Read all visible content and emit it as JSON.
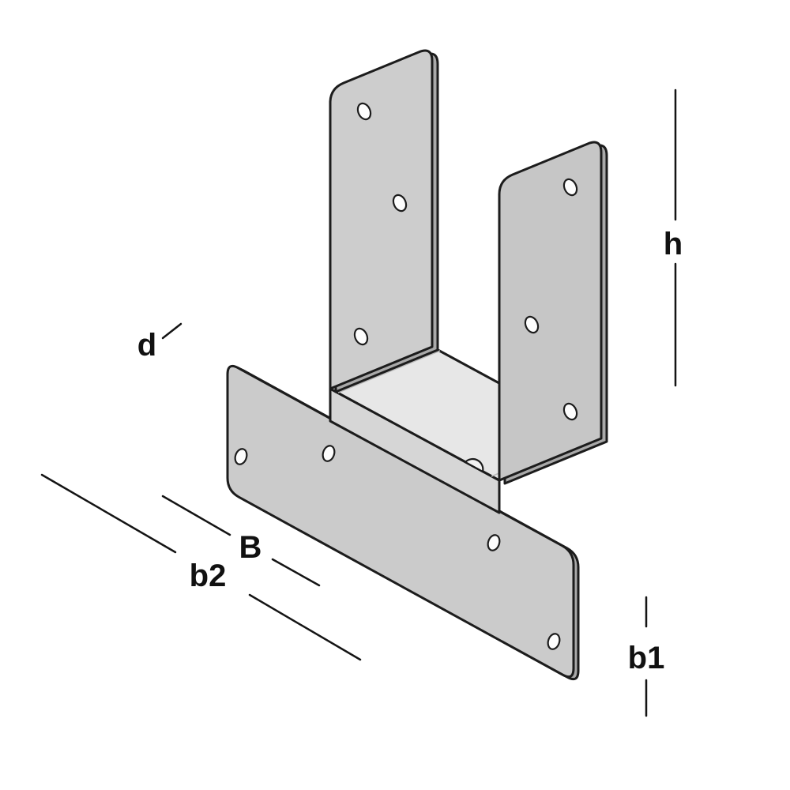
{
  "diagram": {
    "type": "isometric technical drawing of a U-shaped steel post bracket on a long backing strap",
    "labels": {
      "h": "h",
      "d": "d",
      "B": "B",
      "b2": "b2",
      "b1": "b1"
    },
    "colors": {
      "background": "#ffffff",
      "outline": "#1c1c1c",
      "dimension_line": "#141414",
      "label_color": "#111111",
      "steel_light": "#cdcdcd",
      "steel_mid": "#c6c6c6",
      "steel_strap": "#cbcbcb",
      "steel_inner": "#e7e7e7",
      "steel_flange": "#d6d6d6",
      "steel_edge": "#a9a9a9",
      "hole_fill": "#fdfdfd",
      "notch_fill": "#f4f4f4"
    }
  }
}
